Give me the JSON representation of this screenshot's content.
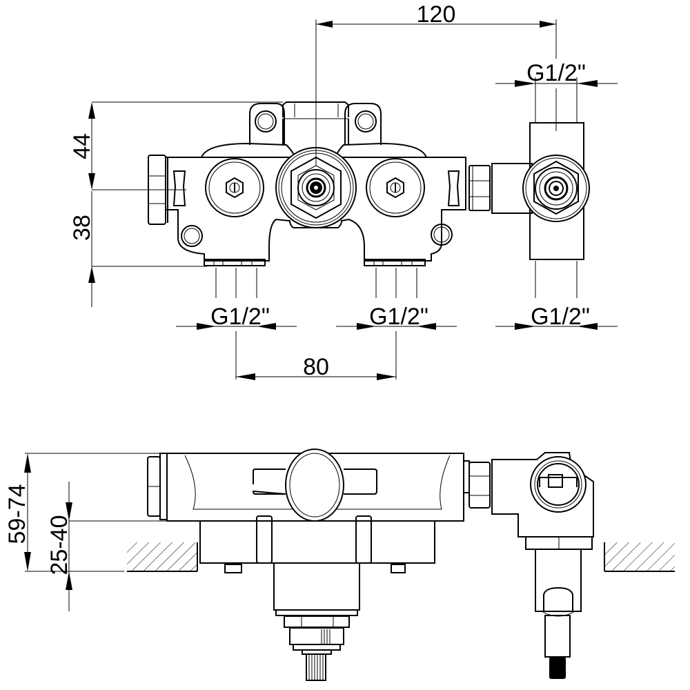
{
  "drawing": {
    "type": "technical-drawing",
    "subject": "concealed thermostatic mixer valve body with diverter",
    "line_color": "#000000",
    "background": "#ffffff",
    "views": [
      "front-view",
      "side-view"
    ]
  },
  "dimensions": {
    "top_width": "120",
    "outlet_spacing": "80",
    "upper_height": "44",
    "lower_height": "38",
    "total_depth": "59-74",
    "wall_depth": "25-40",
    "thread_top_right": "G1/2\"",
    "thread_bottom_left": "G1/2\"",
    "thread_bottom_middle": "G1/2\"",
    "thread_bottom_right": "G1/2\""
  }
}
